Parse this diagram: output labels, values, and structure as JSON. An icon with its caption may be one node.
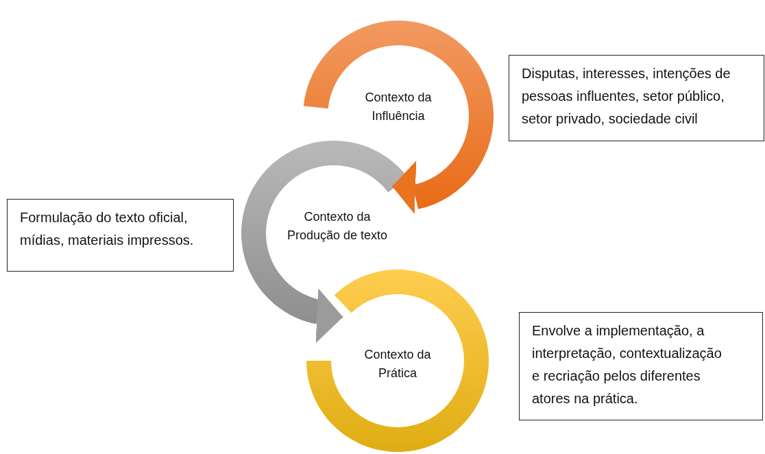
{
  "diagram": {
    "nodes": [
      {
        "text": [
          "Contexto da Influência"
        ]
      },
      {
        "text": [
          "Disputas, interesses, intenções de pessoas influentes, setor público, setor privado, sociedade civil"
        ]
      },
      {
        "text": [
          "Formulação do texto oficial, mídias, materiais impressos."
        ]
      },
      {
        "text": [
          "Contexto da Produção de texto"
        ]
      },
      {
        "text": [
          "Contexto da Prática"
        ]
      },
      {
        "text": [
          "Envolve a implementação, a interpretação, contextualização e recriação pelos diferentes atores na prática."
        ]
      }
    ],
    "edges": [
      {
        "from": 0,
        "to": 3,
        "arrow": "to",
        "color": "#ea7320"
      },
      {
        "from": 3,
        "to": 4,
        "arrow": "to",
        "color": "#9b9b9b"
      }
    ]
  }
}
